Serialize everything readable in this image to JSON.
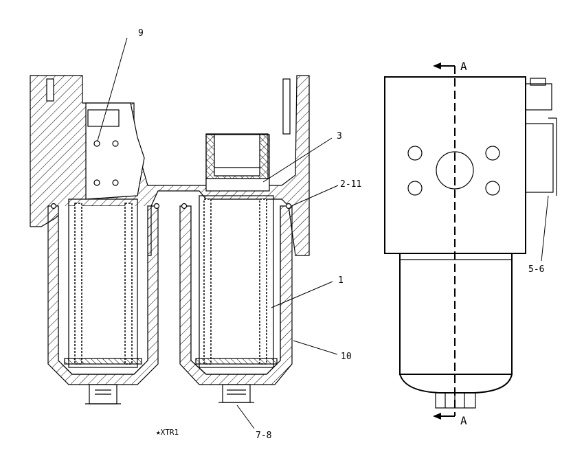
{
  "labels": {
    "part_9": "9",
    "part_3": "3",
    "part_2_11": "2-11",
    "part_1": "1",
    "part_10": "10",
    "part_7_8": "7-8",
    "part_5_6": "5-6",
    "section_top": "A",
    "section_bottom": "A",
    "drawing_code": "★XTR1"
  },
  "colors": {
    "line": "#000000",
    "background": "#ffffff"
  }
}
